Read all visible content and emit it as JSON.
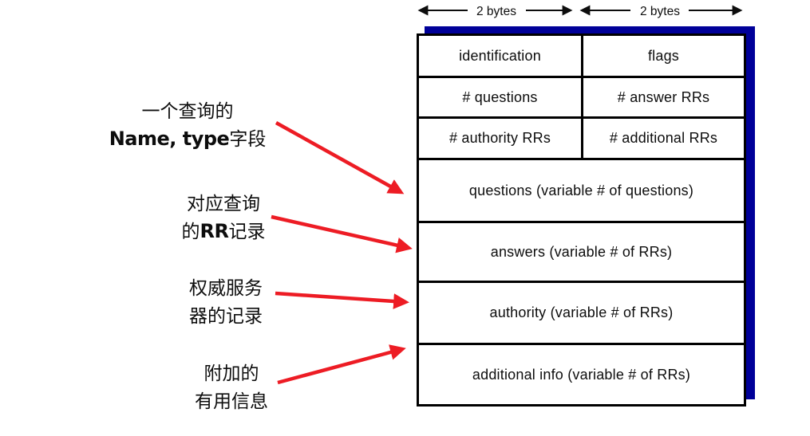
{
  "byte_scale": {
    "left_label": "2 bytes",
    "right_label": "2 bytes"
  },
  "table": {
    "header_rows": [
      [
        "identification",
        "flags"
      ],
      [
        "# questions",
        "# answer RRs"
      ],
      [
        "# authority RRs",
        "# additional RRs"
      ]
    ],
    "body_rows": [
      "questions (variable # of questions)",
      "answers (variable # of RRs)",
      "authority (variable # of RRs)",
      "additional info (variable # of RRs)"
    ]
  },
  "annotations": [
    {
      "line1": "一个查询的",
      "line2_pre": "",
      "line2_latin": "Name, type",
      "line2_post": "字段"
    },
    {
      "line1": "对应查询",
      "line2_pre": "的",
      "line2_latin": "RR",
      "line2_post": "记录"
    },
    {
      "line1": "权威服务",
      "line2_pre": "",
      "line2_latin": "",
      "line2_post": "器的记录"
    },
    {
      "line1": "附加的",
      "line2_pre": "",
      "line2_latin": "",
      "line2_post": "有用信息"
    }
  ],
  "colors": {
    "shadow_navy": "#000099",
    "arrow_red": "#ed1c24",
    "line_black": "#000000"
  }
}
